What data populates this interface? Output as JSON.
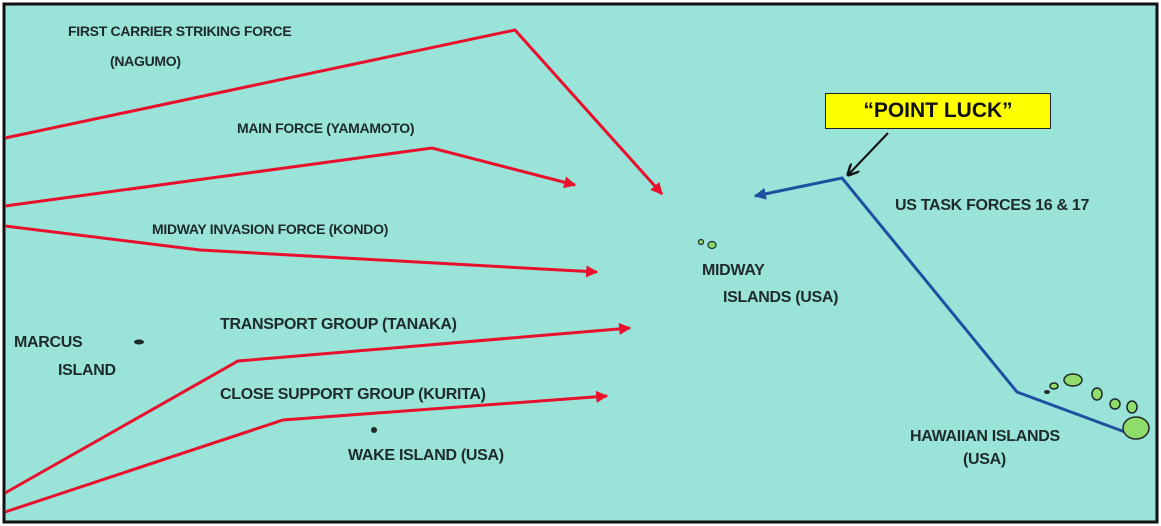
{
  "map": {
    "callout": "“POINT LUCK”",
    "forces": {
      "first_carrier": "FIRST CARRIER STRIKING FORCE",
      "first_carrier_commander": "(NAGUMO)",
      "main_force": "MAIN FORCE (YAMAMOTO)",
      "invasion_force": "MIDWAY INVASION FORCE (KONDO)",
      "transport_group": "TRANSPORT GROUP (TANAKA)",
      "close_support": "CLOSE SUPPORT GROUP (KURITA)",
      "us_task_forces": "US TASK FORCES 16 & 17"
    },
    "places": {
      "midway_line1": "MIDWAY",
      "midway_line2": "ISLANDS (USA)",
      "marcus_line1": "MARCUS",
      "marcus_line2": "ISLAND",
      "wake": "WAKE ISLAND (USA)",
      "hawaii_line1": "HAWAIIAN ISLANDS",
      "hawaii_line2": "(USA)"
    },
    "colors": {
      "ocean": "#99e3d9",
      "japanese_route": "#e8102c",
      "us_route": "#1e4fa0",
      "callout_fill": "#ffff00",
      "island": "#8fdc6a"
    }
  }
}
